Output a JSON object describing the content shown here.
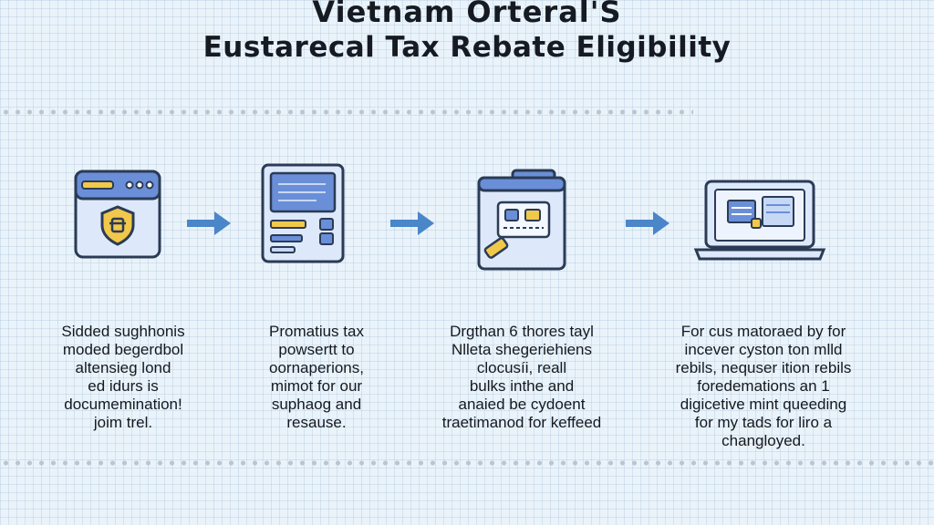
{
  "title": {
    "line1": "Vietnam Orteral'S",
    "line2": "Eustarecal Tax Rebate Eligibility"
  },
  "colors": {
    "background": "#eaf3fa",
    "icon_fill": "#dde9fb",
    "icon_accent": "#6a8fd8",
    "icon_stroke": "#2b3b55",
    "arrow": "#4a86c8",
    "badge": "#f2c84b"
  },
  "steps": [
    {
      "icon": "browser-shield-icon",
      "lines": [
        "Sidded sughhonis",
        "moded begerdbol",
        "altensieg lond",
        "ed idurs is",
        "documemination!",
        "joim trel."
      ]
    },
    {
      "icon": "form-document-icon",
      "lines": [
        "Promatius tax",
        "powsertt to",
        "oornaperions,",
        "mimot for our",
        "suphaog and",
        "resause."
      ]
    },
    {
      "icon": "window-scan-icon",
      "lines": [
        "Drgthan 6 thores tayl",
        "Nlleta shegeriehiens",
        "clocusíi, reall",
        "bulks inthe and",
        "anaied be cydoent",
        "traetimanod for keffeed"
      ]
    },
    {
      "icon": "laptop-icon",
      "lines": [
        "For cus matoraed by for",
        "incever cyston ton mlld",
        "rebils, nequser ition rebils",
        "foredemations an 1",
        "digicetive mint queeding",
        "for my tads for liro a",
        "changloyed."
      ]
    }
  ]
}
